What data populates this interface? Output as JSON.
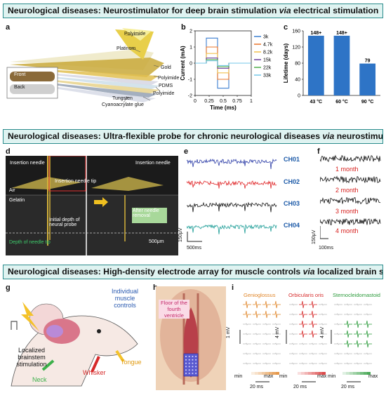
{
  "banners": {
    "top": {
      "main": "Neurological diseases: Neurostimulator for deep brain stimulation ",
      "em": "via",
      "tail": " electrical stimulation"
    },
    "mid": {
      "main": "Neurological diseases: Ultra-flexible probe for chronic neurological diseases ",
      "em": "via",
      "tail": " neurostimulation"
    },
    "bottom": {
      "main": "Neurological diseases: High-density electrode array for muscle controls ",
      "em": "via",
      "tail": " localized brain stimulation"
    }
  },
  "panel_labels": {
    "a": "a",
    "b": "b",
    "c": "c",
    "d": "d",
    "e": "e",
    "f": "f",
    "g": "g",
    "h": "h",
    "i": "i"
  },
  "panel_a": {
    "layers": [
      "Polyimide",
      "Platinum",
      "Gold",
      "Polyimide",
      "PDMS",
      "Polyimide",
      "Tungsten",
      "Cyanoacrylate glue"
    ],
    "inset": [
      "Front",
      "Back"
    ]
  },
  "panel_d": {
    "labels": {
      "needle1": "Insertion needle",
      "needle2": "Insertion needle",
      "tip": "Insertion needle tip",
      "air": "Air",
      "gelatin": "Gelatin",
      "initial": "Initial depth of neural probe",
      "removal": "After needle removal",
      "depth": "Depth of needle tip",
      "scale": "500μm"
    }
  },
  "panel_e": {
    "channels": [
      "CH01",
      "CH02",
      "CH03",
      "CH04"
    ],
    "colors": [
      "#2f3fa8",
      "#e0282a",
      "#1a1a1a",
      "#1f9e98"
    ],
    "scale_v": "150μV",
    "scale_t": "500ms"
  },
  "panel_f": {
    "months": [
      "1 month",
      "2 month",
      "3 month",
      "4 month"
    ],
    "scale_v": "150μV",
    "scale_t": "100ms"
  },
  "panel_g": {
    "labels": {
      "individual": "Individual muscle controls",
      "localized": "Localized brainstem stimulation",
      "tongue": "Tongue",
      "whisker": "Whisker",
      "neck": "Neck"
    }
  },
  "panel_h": {
    "label": "Floor of the fourth ventricle"
  },
  "panel_i": {
    "muscles": [
      "Genioglossus",
      "Orbicularis oris",
      "Sternocleidomastoid"
    ],
    "colors": [
      "#e0862a",
      "#d62a2a",
      "#2a9a3a"
    ],
    "scale_v": [
      "1 mV",
      "4 mV",
      "4 mV"
    ],
    "scale_t": [
      "20 ms",
      "20 ms",
      "20 ms"
    ],
    "min": "min",
    "max": "max"
  },
  "chart_data": [
    {
      "type": "line",
      "title": "",
      "xlabel": "Time (ms)",
      "ylabel": "Current (mA)",
      "xlim": [
        0,
        1
      ],
      "ylim": [
        -2,
        2
      ],
      "xticks": [
        0,
        0.25,
        0.5,
        0.75,
        1
      ],
      "yticks": [
        -2,
        -1,
        0,
        1,
        2
      ],
      "legend": "right",
      "x": [
        0,
        0.2,
        0.2,
        0.4,
        0.4,
        0.6,
        0.6,
        1
      ],
      "series": [
        {
          "name": "3k",
          "color": "#3b7fd0",
          "values": [
            0,
            0,
            1.55,
            1.55,
            -1.55,
            -1.55,
            0,
            0
          ]
        },
        {
          "name": "4.7k",
          "color": "#e8742a",
          "values": [
            0,
            0,
            1.0,
            1.0,
            -1.0,
            -1.0,
            0,
            0
          ]
        },
        {
          "name": "8.2k",
          "color": "#f2c14e",
          "values": [
            0,
            0,
            0.6,
            0.6,
            -0.6,
            -0.6,
            0,
            0
          ]
        },
        {
          "name": "15k",
          "color": "#6a3d9a",
          "values": [
            0,
            0,
            0.32,
            0.32,
            -0.32,
            -0.32,
            0,
            0
          ]
        },
        {
          "name": "22k",
          "color": "#4daf4a",
          "values": [
            0,
            0,
            0.22,
            0.22,
            -0.22,
            -0.22,
            0,
            0
          ]
        },
        {
          "name": "33k",
          "color": "#74c7e8",
          "values": [
            0,
            0,
            0.15,
            0.15,
            -0.15,
            -0.15,
            0,
            0
          ]
        }
      ]
    },
    {
      "type": "bar",
      "title": "",
      "xlabel": "",
      "ylabel": "Lifetime (days)",
      "ylim": [
        0,
        160
      ],
      "yticks": [
        0,
        40,
        80,
        120,
        160
      ],
      "categories": [
        "43 °C",
        "60 °C",
        "90 °C"
      ],
      "values": [
        148,
        148,
        79
      ],
      "labels": [
        "148+",
        "148+",
        "79"
      ],
      "color": "#2e74c6"
    }
  ]
}
